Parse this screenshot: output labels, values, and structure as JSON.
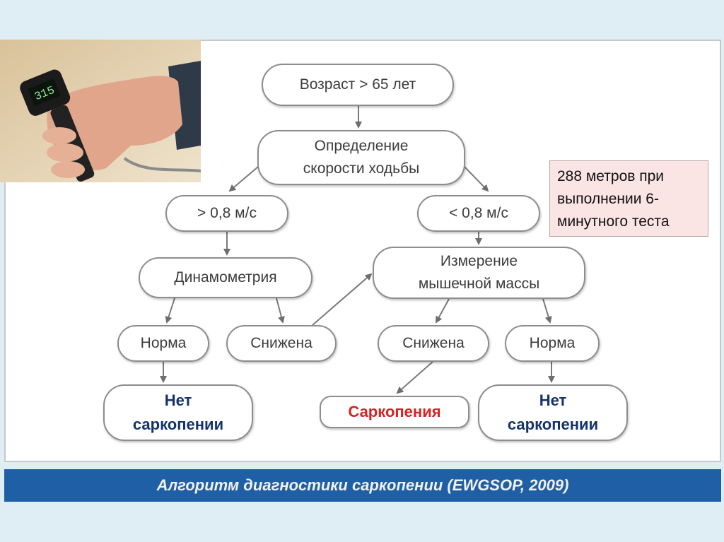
{
  "flowchart": {
    "age": "Возраст > 65 лет",
    "gait_speed_line1": "Определение",
    "gait_speed_line2": "скорости ходьбы",
    "speed_high": "> 0,8 м/с",
    "speed_low": "< 0,8 м/с",
    "dynamometry": "Динамометрия",
    "muscle_mass_line1": "Измерение",
    "muscle_mass_line2": "мышечной массы",
    "left_normal": "Норма",
    "left_reduced": "Снижена",
    "right_reduced": "Снижена",
    "right_normal": "Норма",
    "no_sarcopenia_left_line1": "Нет",
    "no_sarcopenia_left_line2": "саркопении",
    "sarcopenia": "Саркопения",
    "no_sarcopenia_right_line1": "Нет",
    "no_sarcopenia_right_line2": "саркопении"
  },
  "note": {
    "line1": "288 метров при",
    "line2": "выполнении 6-",
    "line3": "минутного теста"
  },
  "caption": "Алгоритм диагностики саркопении (EWGSOP, 2009)",
  "colors": {
    "background": "#dfeef4",
    "caption_bar": "#1f5fa5",
    "result_text": "#14336b",
    "sarcopenia_text": "#d62323",
    "note_fill": "#fbe4e4"
  }
}
